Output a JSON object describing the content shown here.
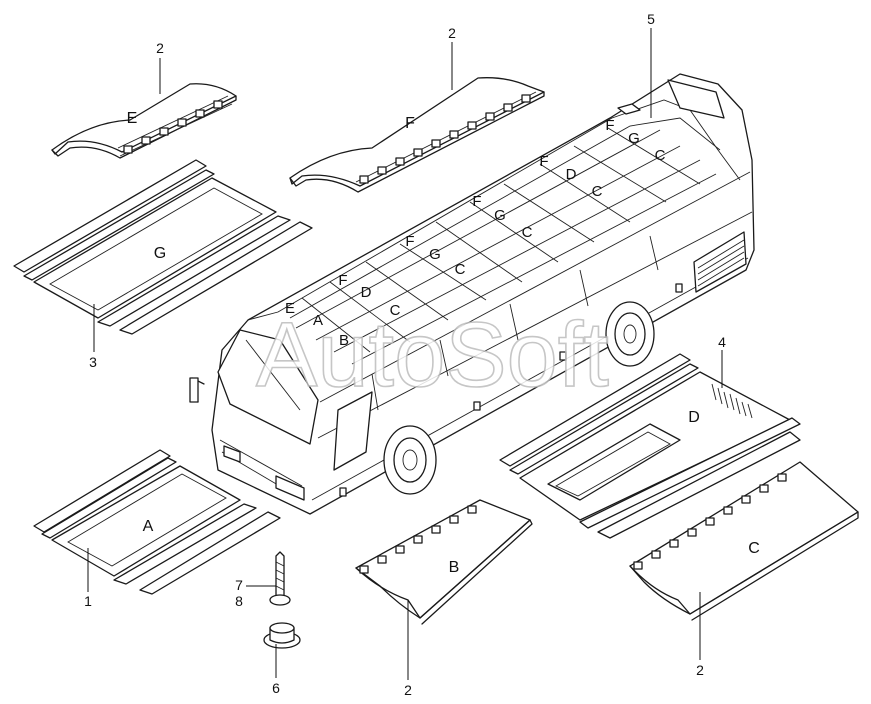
{
  "watermark": "AutoSoft",
  "callouts": {
    "c1": "1",
    "c2a": "2",
    "c2b": "2",
    "c2c": "2",
    "c2d": "2",
    "c3": "3",
    "c4": "4",
    "c5": "5",
    "c6": "6",
    "c7": "7",
    "c8": "8"
  },
  "panels": {
    "E": "E",
    "F": "F",
    "G": "G",
    "A": "A",
    "B": "B",
    "C": "C",
    "D": "D"
  },
  "bus_roof": [
    "E",
    "A",
    "B",
    "F",
    "D",
    "C",
    "F",
    "G",
    "C",
    "F",
    "G",
    "C",
    "F",
    "D",
    "C",
    "F",
    "G",
    "C"
  ]
}
